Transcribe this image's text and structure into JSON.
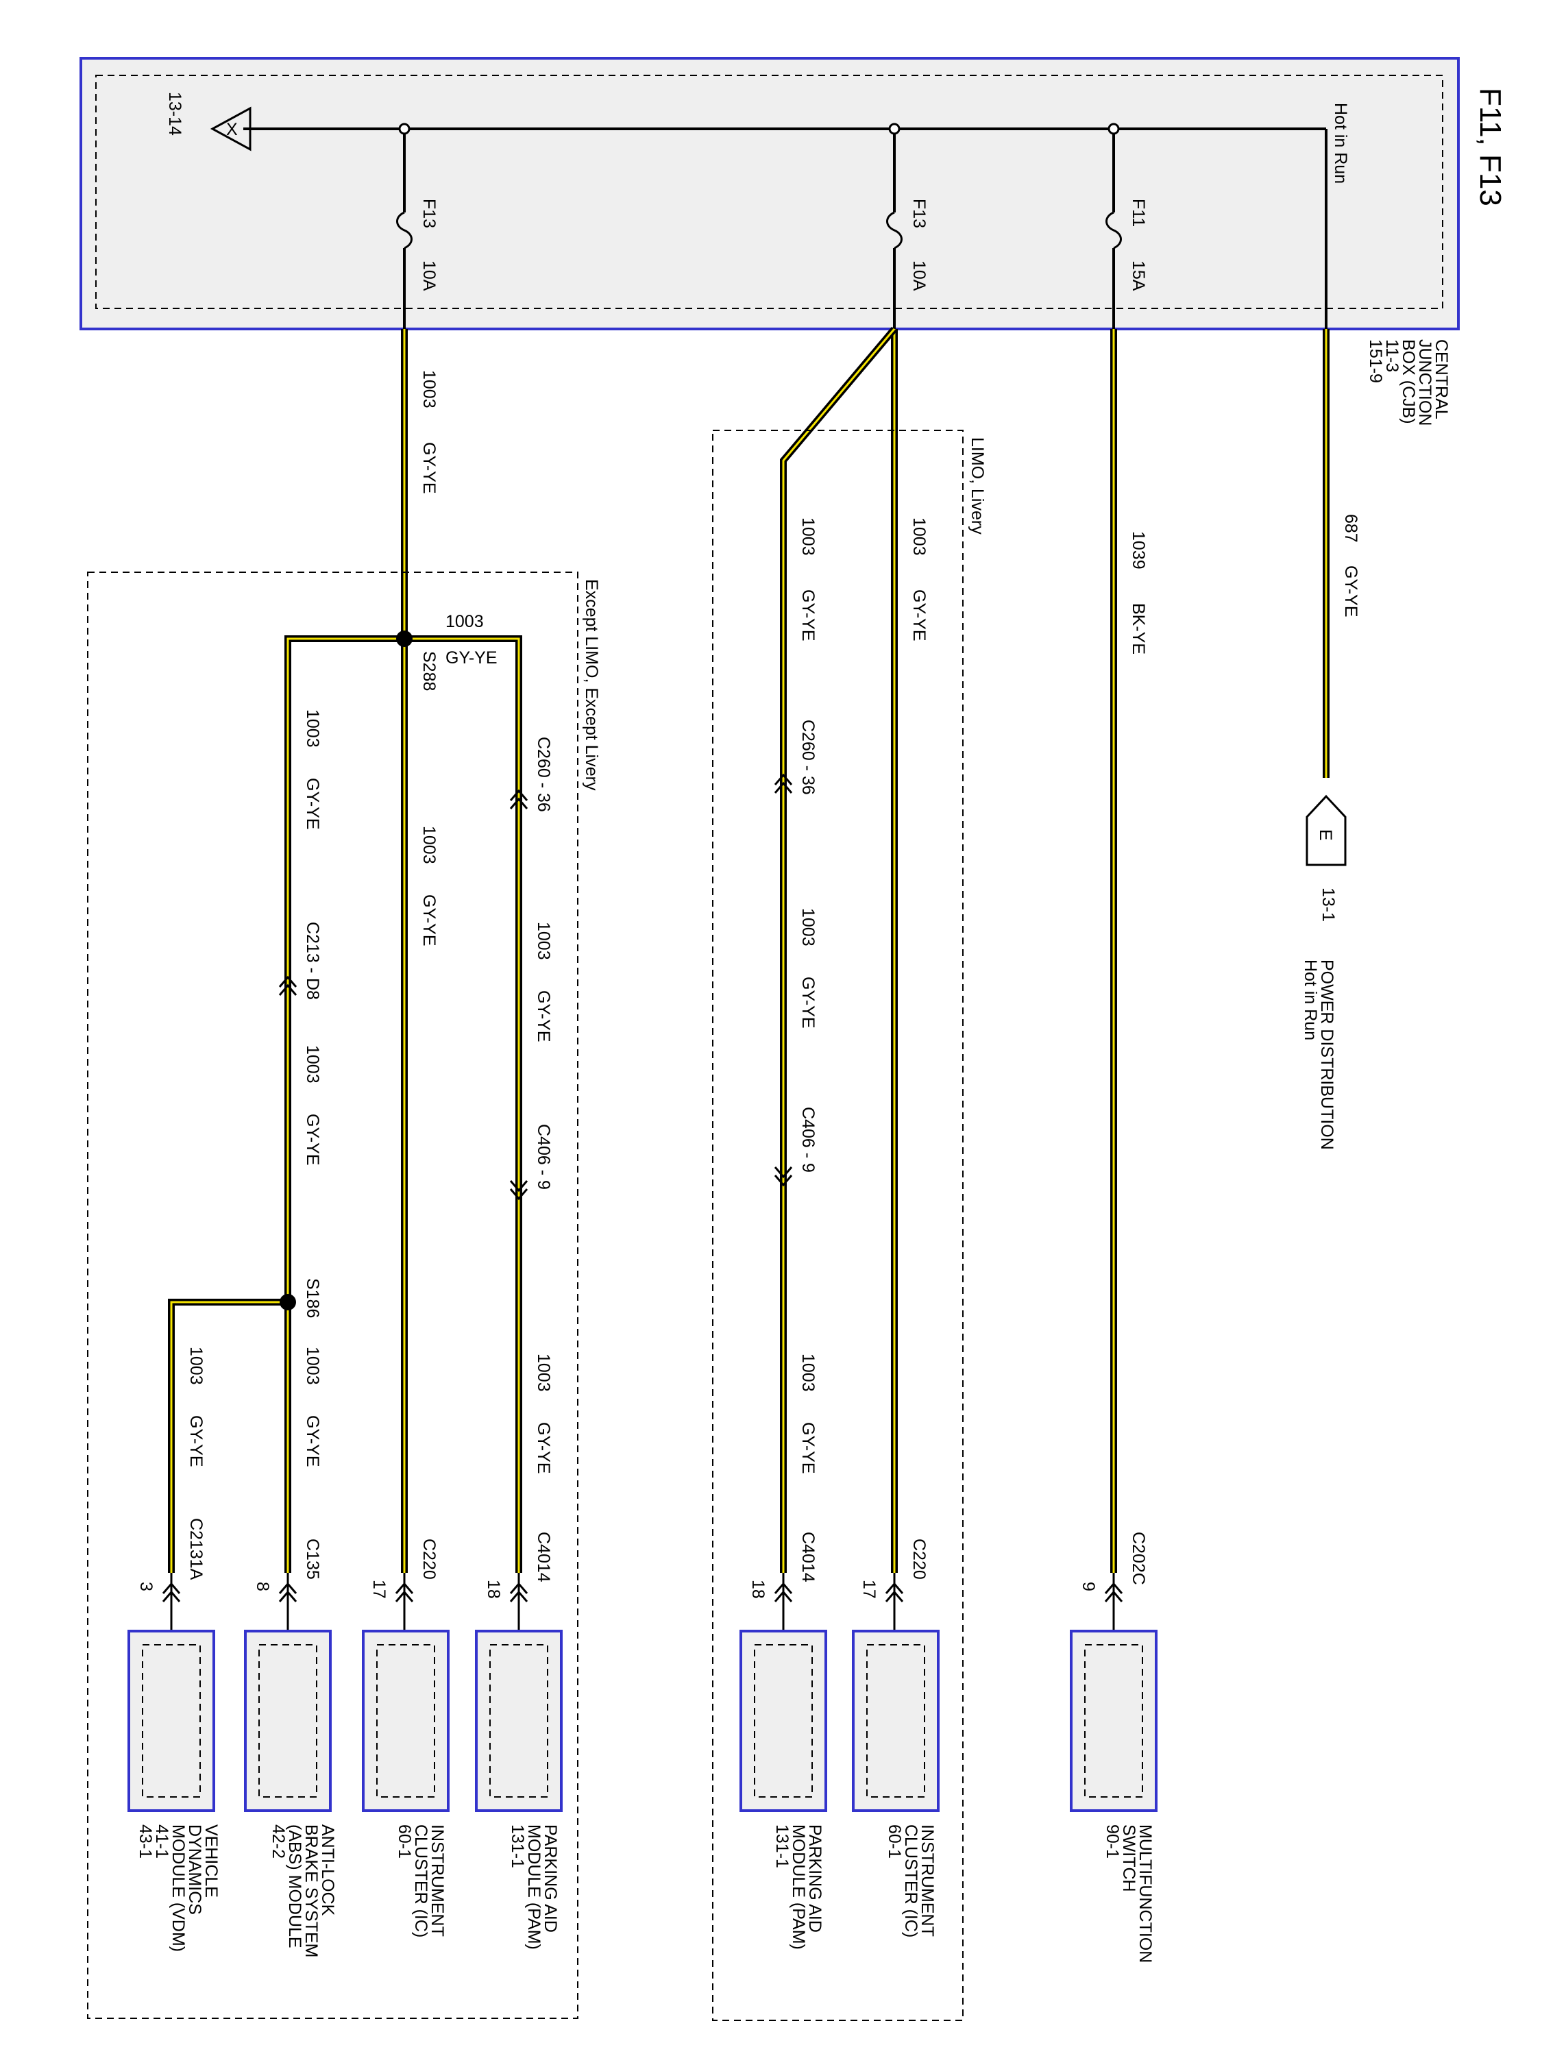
{
  "page_title": "F11, F13",
  "cjb": {
    "hot_in_run": "Hot in Run",
    "label_lines": [
      "CENTRAL",
      "JUNCTION",
      "BOX (CJB)",
      "11-3",
      "151-9"
    ],
    "ground_ref": "13-14",
    "ground_symbol": "X",
    "fuses": [
      {
        "name": "F13",
        "rating": "10A"
      },
      {
        "name": "F13",
        "rating": "10A"
      },
      {
        "name": "F11",
        "rating": "15A"
      }
    ]
  },
  "power_distribution": {
    "connector_letter": "E",
    "page_ref": "13-1",
    "label_lines": [
      "POWER DISTRIBUTION",
      "Hot in Run"
    ]
  },
  "wires": {
    "w687": {
      "circuit": "687",
      "color": "GY-YE"
    },
    "w1039": {
      "circuit": "1039",
      "color": "BK-YE"
    },
    "w1003": {
      "circuit": "1003",
      "color": "GY-YE"
    }
  },
  "groups": {
    "limo": "LIMO, Livery",
    "except_limo": "Except LIMO, Except Livery"
  },
  "connectors": {
    "c260": "C260 - 36",
    "c406": "C406 - 9",
    "c213": "C213 - D8",
    "c202c": "C202C",
    "c220": "C220",
    "c4014": "C4014",
    "c135": "C135",
    "c2131a": "C2131A"
  },
  "splices": {
    "s288": "S288",
    "s186": "S186"
  },
  "pins": {
    "mfs": "9",
    "ic": "17",
    "pam": "18",
    "abs": "8",
    "vdm": "3"
  },
  "components": {
    "multifunction_switch": [
      "MULTIFUNCTION",
      "SWITCH",
      "90-1"
    ],
    "instrument_cluster": [
      "INSTRUMENT",
      "CLUSTER (IC)",
      "60-1"
    ],
    "parking_aid_module": [
      "PARKING AID",
      "MODULE (PAM)",
      "131-1"
    ],
    "abs_module": [
      "ANTI-LOCK",
      "BRAKE SYSTEM",
      "(ABS) MODULE",
      "42-2"
    ],
    "vdm": [
      "VEHICLE",
      "DYNAMICS",
      "MODULE (VDM)",
      "41-1",
      "43-1"
    ]
  },
  "colors": {
    "box_border": "#3333cc",
    "box_fill": "#efefef",
    "wire_yellow": "#f5e400",
    "wire_black": "#000000"
  }
}
